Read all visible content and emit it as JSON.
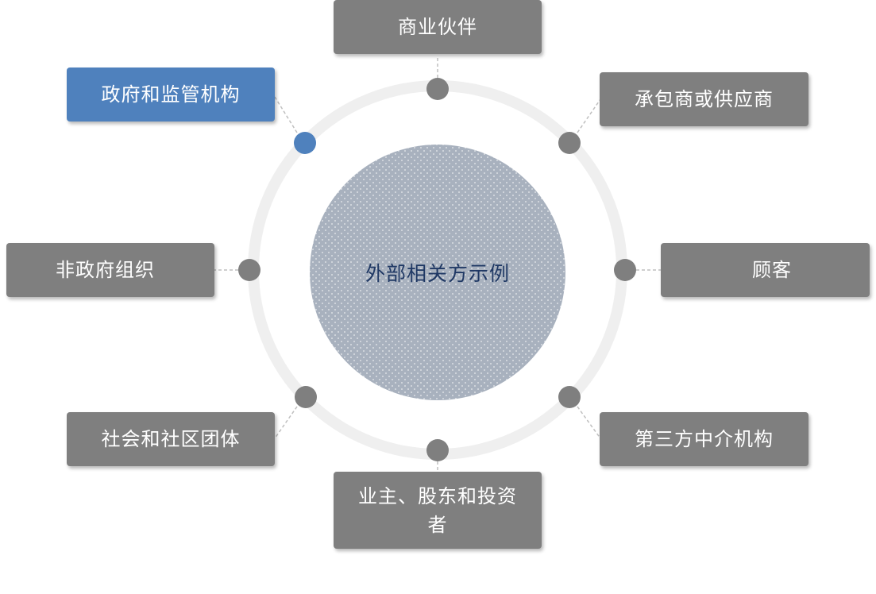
{
  "center": {
    "label": "外部相关方示例"
  },
  "stakeholders": [
    {
      "label": "商业伙伴"
    },
    {
      "label": "承包商或供应商"
    },
    {
      "label": "顾客"
    },
    {
      "label": "第三方中介机构"
    },
    {
      "label": "业主、股东和投资者"
    },
    {
      "label": "社会和社区团体"
    },
    {
      "label": "非政府组织"
    },
    {
      "label": "政府和监管机构"
    }
  ],
  "colors": {
    "box": "#7f7f7f",
    "highlight": "#4f81bd",
    "node": "#7f7f7f",
    "ring": "#efefef",
    "center_fill": "#a8b1be",
    "center_text": "#1f3864"
  }
}
